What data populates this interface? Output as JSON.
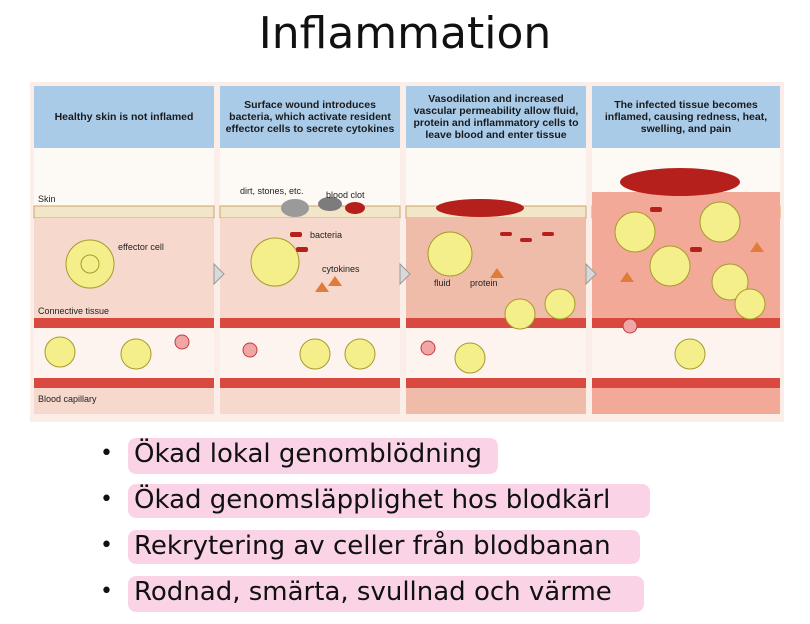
{
  "title": "Inflammation",
  "figure": {
    "panels": [
      {
        "caption": "Healthy skin is not inflamed"
      },
      {
        "caption": "Surface wound introduces bacteria, which activate resident effector cells to secrete cytokines"
      },
      {
        "caption": "Vasodilation and increased vascular permeability allow fluid, protein and inflammatory cells to leave blood and enter tissue"
      },
      {
        "caption": "The infected tissue becomes inflamed, causing redness, heat, swelling, and pain"
      }
    ],
    "labels": {
      "skin": "Skin",
      "effector_cell": "effector cell",
      "connective_tissue": "Connective tissue",
      "blood_capillary": "Blood capillary",
      "dirt": "dirt, stones, etc.",
      "blood_clot": "blood clot",
      "bacteria": "bacteria",
      "cytokines": "cytokines",
      "fluid": "fluid",
      "protein": "protein"
    },
    "colors": {
      "caption_bg": "#a9cbe8",
      "tissue": "#f6d8cc",
      "tissue_inflamed": "#f2a998",
      "capillary_wall": "#d9493f",
      "clot": "#b5201c",
      "cell": "#f4ef8a"
    }
  },
  "bullets": [
    "Ökad lokal genomblödning",
    "Ökad genomsläpplighet hos blodkärl",
    "Rekrytering av celler från blodbanan",
    "Rodnad, smärta, svullnad och värme"
  ]
}
